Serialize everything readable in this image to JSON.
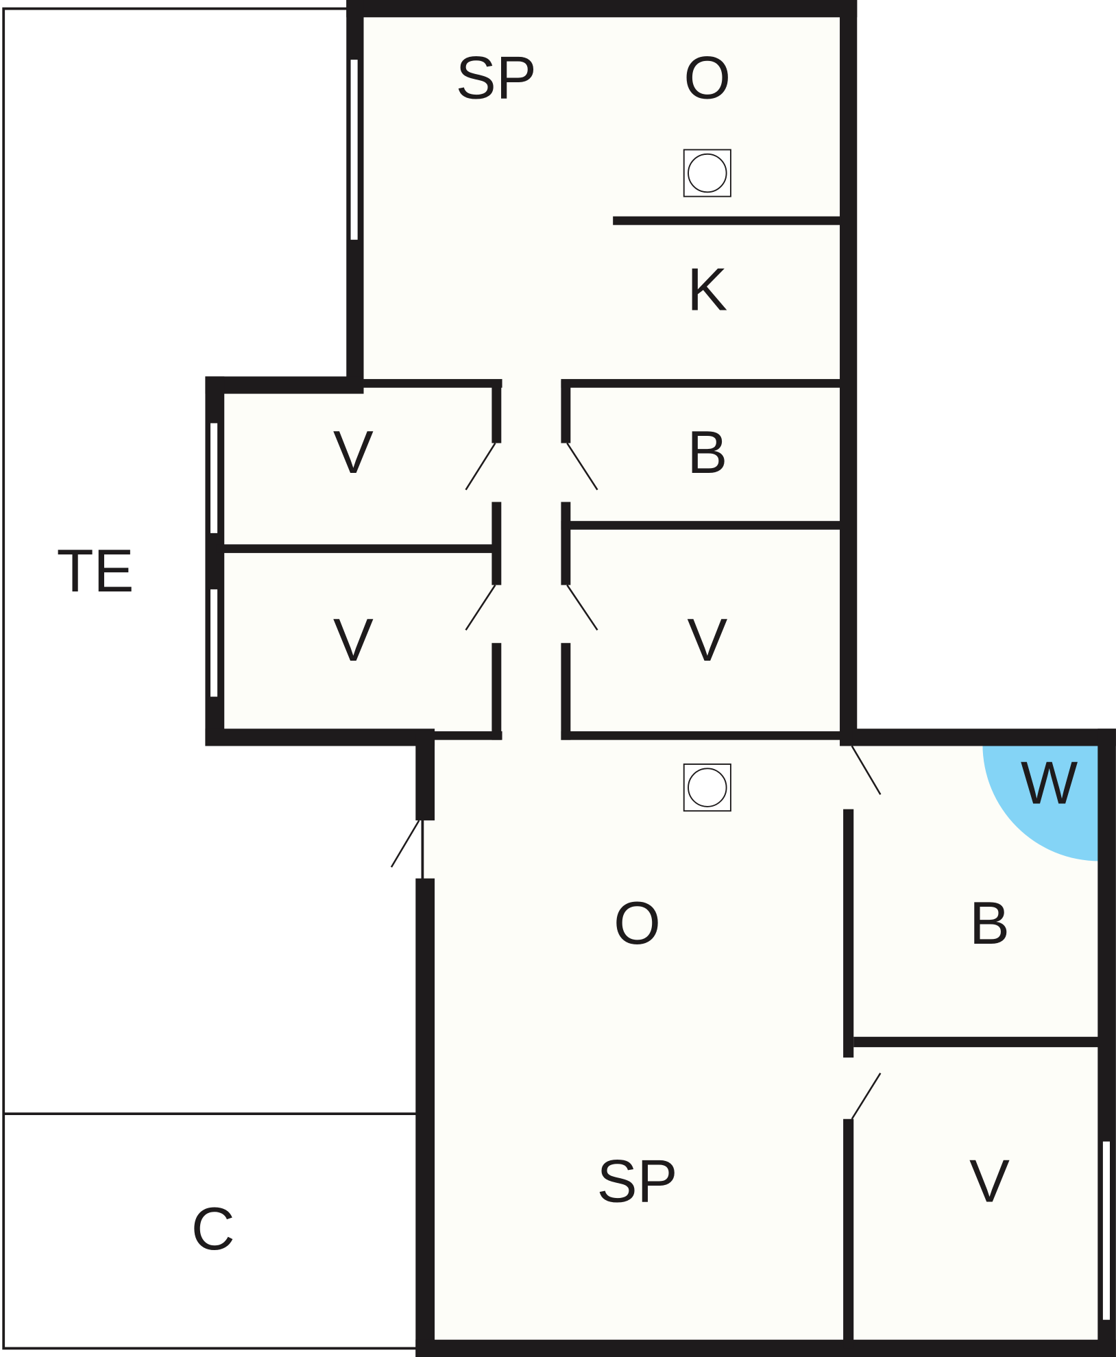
{
  "title": "Floor plan",
  "rooms": {
    "terrace": "TE",
    "carport": "C",
    "sleeping_top": "SP",
    "living_top": "O",
    "kitchen": "K",
    "bedroom_left_top": "V",
    "bedroom_left_bottom": "V",
    "bathroom_top": "B",
    "bedroom_right_mid": "V",
    "living_bottom": "O",
    "sleeping_bottom": "SP",
    "bathroom_bottom": "B",
    "bedroom_bottom": "V",
    "whirlpool": "W"
  },
  "icons": [
    "stove-icon",
    "stove-icon"
  ],
  "colors": {
    "wall": "#1e1b1c",
    "floor": "#fdfdf8",
    "whirlpool": "#84d4f6"
  }
}
